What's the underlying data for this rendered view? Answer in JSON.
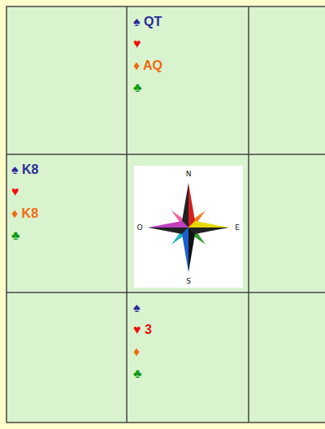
{
  "diagram": {
    "nodes": [
      {
        "text": [
          "♠ QT",
          "♥",
          "♦ AQ",
          "♣"
        ]
      },
      {
        "text": [
          "♠ K8",
          "♥",
          "♦ K8",
          "♣"
        ]
      },
      {
        "text": [
          "♠",
          "♥ 3",
          "♦",
          "♣"
        ]
      }
    ],
    "labels": [
      "N",
      "O",
      "E",
      "S"
    ]
  }
}
